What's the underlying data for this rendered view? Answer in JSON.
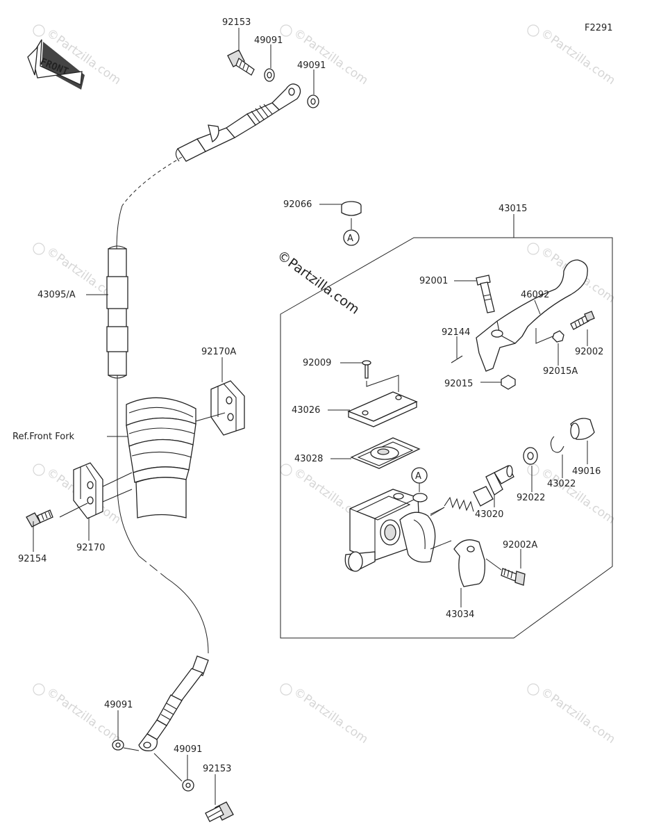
{
  "figure_code": "F2291",
  "front_label": "FRONT",
  "copyright": "©Partzilla.com",
  "watermark": "©Partzilla.com",
  "callouts": {
    "c92153_top": "92153",
    "c49091_a": "49091",
    "c49091_b": "49091",
    "c43095": "43095/A",
    "c92170A": "92170A",
    "ref_front_fork": "Ref.Front Fork",
    "c92154": "92154",
    "c92170": "92170",
    "c49091_c": "49091",
    "c49091_d": "49091",
    "c92153_bottom": "92153",
    "c92066": "92066",
    "ref_a_top": "A",
    "c43015": "43015",
    "c92001": "92001",
    "c46092": "46092",
    "c92144": "92144",
    "c92002": "92002",
    "c92015A": "92015A",
    "c92015": "92015",
    "c92009": "92009",
    "c43026": "43026",
    "c43028": "43028",
    "ref_a_body": "A",
    "c49016": "49016",
    "c43022": "43022",
    "c92022": "92022",
    "c43020": "43020",
    "c92002A": "92002A",
    "c43034": "43034"
  }
}
